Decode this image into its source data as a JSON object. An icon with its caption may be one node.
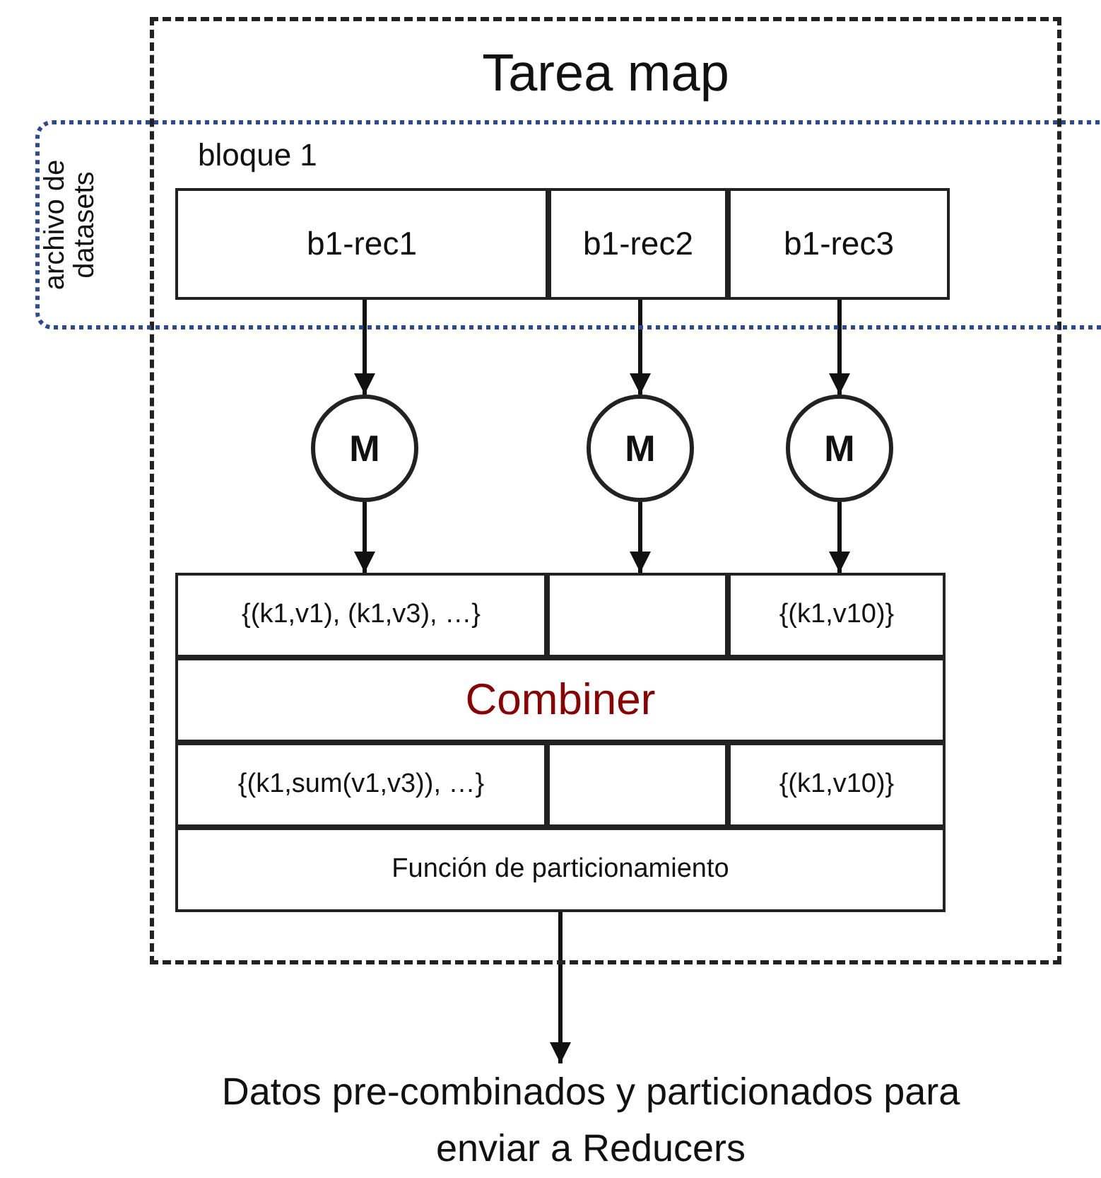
{
  "diagram": {
    "nodes": [
      {
        "text": [
          "Tarea map"
        ]
      },
      {
        "text": [
          "archivo de datasets"
        ]
      },
      {
        "text": [
          "b1-rec1"
        ],
        "in": 1
      },
      {
        "text": [
          "b1-rec2"
        ],
        "in": 1
      },
      {
        "text": [
          "b1-rec3"
        ],
        "in": 1
      },
      {
        "text": [
          "M"
        ],
        "in": 0
      },
      {
        "text": [
          "M"
        ],
        "in": 0
      },
      {
        "text": [
          "M"
        ],
        "in": 0
      },
      {
        "text": [
          "{(k1,v1), (k1,v3), …}"
        ],
        "in": 0
      },
      {
        "text": [],
        "shape": "box",
        "in": 0
      },
      {
        "text": [
          "{(k1,v10)}"
        ],
        "in": 0
      },
      {
        "text": [
          "Combiner"
        ],
        "in": 0
      },
      {
        "text": [
          "{(k1,sum(v1,v3)), …}"
        ],
        "in": 0
      },
      {
        "text": [],
        "shape": "box",
        "in": 0
      },
      {
        "text": [
          "{(k1,v10)}"
        ],
        "in": 0
      },
      {
        "text": [
          "Función de particionamiento"
        ],
        "in": 0
      },
      {
        "text": [
          "Datos pre-combinados y particionados para enviar a Reducers"
        ]
      }
    ],
    "edges": [
      {
        "from": 2,
        "to": 5,
        "arrow": "to"
      },
      {
        "from": 3,
        "to": 6,
        "arrow": "to"
      },
      {
        "from": 4,
        "to": 7,
        "arrow": "to"
      },
      {
        "from": 5,
        "to": 8,
        "arrow": "to"
      },
      {
        "from": 6,
        "to": 9,
        "arrow": "to"
      },
      {
        "from": 7,
        "to": 10,
        "arrow": "to"
      },
      {
        "from": 15,
        "to": 16,
        "arrow": "to"
      }
    ],
    "labels": [
      "bloque 1"
    ]
  }
}
